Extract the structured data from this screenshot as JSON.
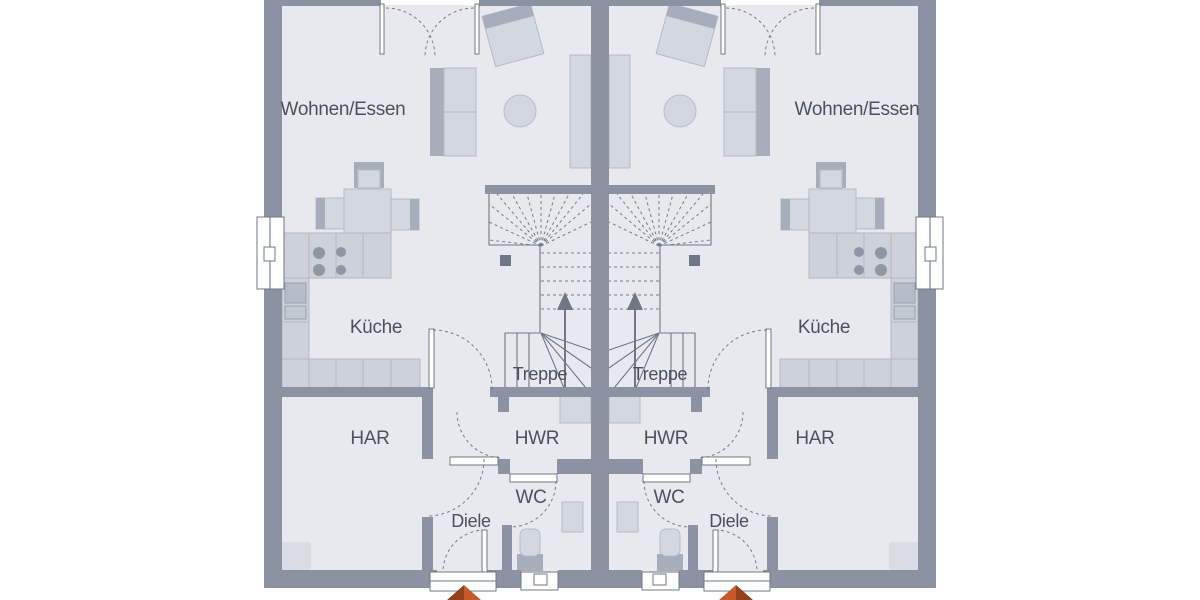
{
  "floorplan": {
    "kind": "duplex-ground-floor-plan",
    "units": {
      "left": {
        "living": "Wohnen/Essen",
        "kitchen": "Küche",
        "stairs": "Treppe",
        "storage": "HAR",
        "utility": "HWR",
        "wc": "WC",
        "hallway": "Diele"
      },
      "right": {
        "living": "Wohnen/Essen",
        "kitchen": "Küche",
        "stairs": "Treppe",
        "storage": "HAR",
        "utility": "HWR",
        "wc": "WC",
        "hallway": "Diele"
      }
    },
    "icons": {
      "entrance_arrow": "▲"
    },
    "colors": {
      "wall": "#8b93a2",
      "floor": "#e7e9ee",
      "furniture": "#d3d7df",
      "furniture_dark": "#a7aebb",
      "counter": "#ccd1da",
      "line": "#6f7787",
      "label": "#4c5160",
      "entrance_arrow": "#c8582a",
      "entrance_arrow_dark": "#93411c",
      "background": "#ffffff"
    }
  }
}
